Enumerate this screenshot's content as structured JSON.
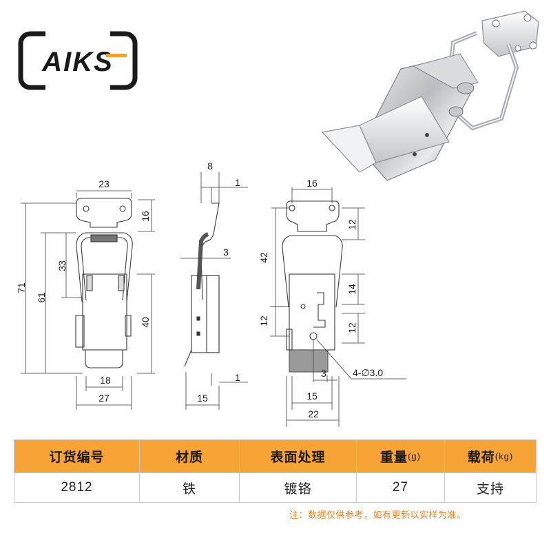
{
  "brand": {
    "logo_text": "AIKS"
  },
  "drawing": {
    "front_view": {
      "dims": [
        "23",
        "16",
        "71",
        "61",
        "33",
        "40",
        "18",
        "27"
      ]
    },
    "side_view": {
      "dims": [
        "8",
        "1",
        "3",
        "1",
        "15"
      ]
    },
    "back_view": {
      "dims": [
        "16",
        "12",
        "42",
        "14",
        "12",
        "12",
        "3",
        "15",
        "22"
      ],
      "hole_label": "4-∅3.0"
    }
  },
  "spec_table": {
    "headers": [
      {
        "label": "订货编号",
        "unit": ""
      },
      {
        "label": "材质",
        "unit": ""
      },
      {
        "label": "表面处理",
        "unit": ""
      },
      {
        "label": "重量",
        "unit": "(g)"
      },
      {
        "label": "载荷",
        "unit": "(kg)"
      }
    ],
    "values": [
      "2812",
      "铁",
      "镀铬",
      "27",
      "支持"
    ]
  },
  "note": "注：数据仅供参考，如有更新以实样为准。",
  "colors": {
    "header_bg": "#f7a336",
    "note": "#e8821c",
    "line": "#3a3a3a"
  }
}
